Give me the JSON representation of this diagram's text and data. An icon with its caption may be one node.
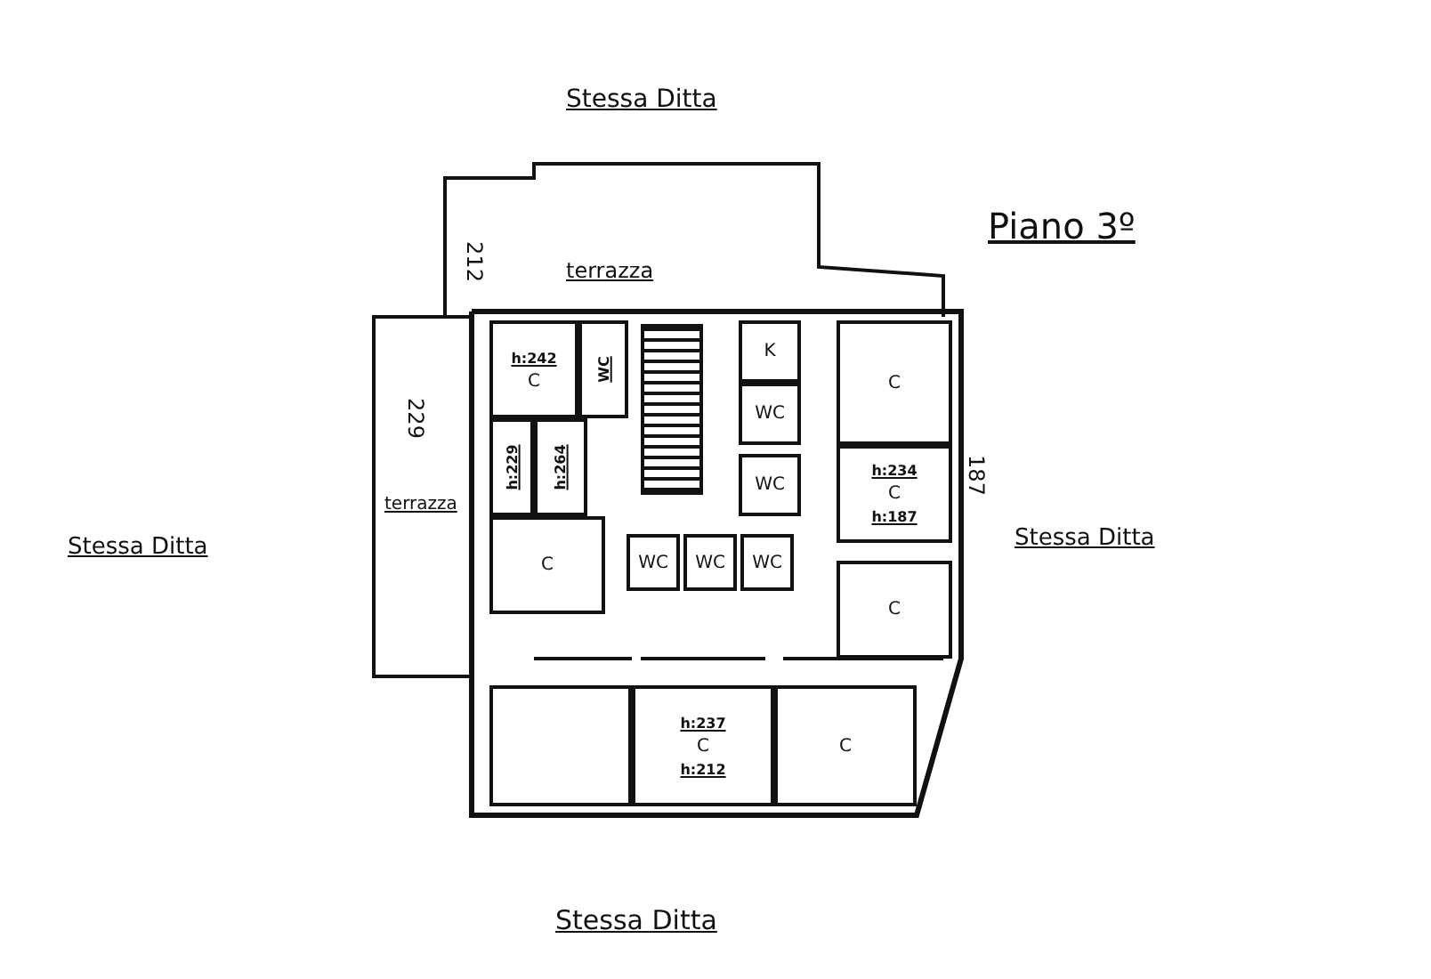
{
  "diagram": {
    "nodes": [
      {
        "text": [
          "h:242",
          "C"
        ]
      },
      {
        "text": [
          "WC"
        ]
      },
      {
        "text": [
          "h:229"
        ]
      },
      {
        "text": [
          "h:264"
        ]
      },
      {
        "text": [],
        "shape": "stairs"
      },
      {
        "text": [
          "K"
        ]
      },
      {
        "text": [
          "WC"
        ]
      },
      {
        "text": [
          "WC"
        ]
      },
      {
        "text": [
          "C"
        ]
      },
      {
        "text": [
          "h:234",
          "C",
          "h:187"
        ]
      },
      {
        "text": [
          "C"
        ]
      },
      {
        "text": [
          "WC"
        ]
      },
      {
        "text": [
          "WC"
        ]
      },
      {
        "text": [
          "WC"
        ]
      },
      {
        "text": [
          "C"
        ]
      },
      {
        "text": [],
        "shape": "box"
      },
      {
        "text": [
          "h:237",
          "C",
          "h:212"
        ]
      },
      {
        "text": [
          "C"
        ]
      }
    ],
    "edges": [],
    "labels": [
      "Stessa Ditta",
      "Piano 3º",
      "212",
      "terrazza",
      "229",
      "terrazza",
      "Stessa Ditta",
      "187",
      "Stessa Ditta",
      "Stessa Ditta"
    ]
  }
}
